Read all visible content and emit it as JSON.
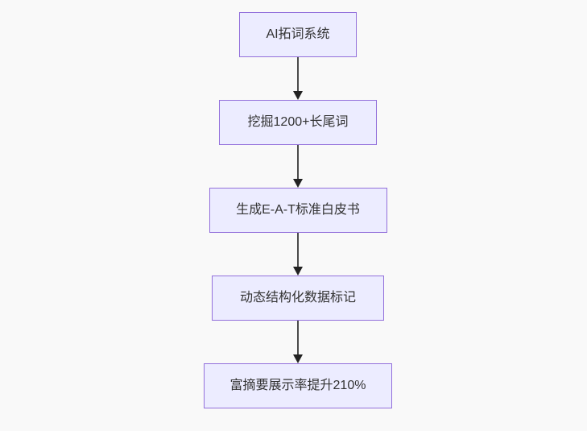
{
  "diagram": {
    "type": "flowchart",
    "direction": "top-down",
    "nodes": [
      {
        "id": "n1",
        "label": "AI拓词系统"
      },
      {
        "id": "n2",
        "label": "挖掘1200+长尾词"
      },
      {
        "id": "n3",
        "label": "生成E-A-T标准白皮书"
      },
      {
        "id": "n4",
        "label": "动态结构化数据标记"
      },
      {
        "id": "n5",
        "label": "富摘要展示率提升210%"
      }
    ],
    "edges": [
      {
        "from": "n1",
        "to": "n2",
        "style": "arrow"
      },
      {
        "from": "n2",
        "to": "n3",
        "style": "arrow"
      },
      {
        "from": "n3",
        "to": "n4",
        "style": "arrow"
      },
      {
        "from": "n4",
        "to": "n5",
        "style": "arrow"
      }
    ],
    "colors": {
      "background": "#f9f9f9",
      "node_fill": "#ececff",
      "node_border": "#9370db",
      "node_text": "#333333",
      "arrow": "#333333"
    }
  }
}
